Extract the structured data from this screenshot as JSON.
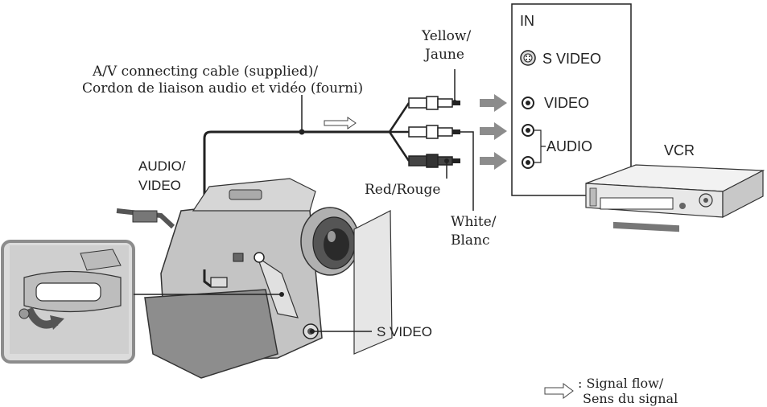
{
  "cable_label": {
    "line1": "A/V connecting cable (supplied)/",
    "line2": "Cordon de liaison audio et vidéo (fourni)"
  },
  "plugs": {
    "yellow": {
      "line1": "Yellow/",
      "line2": "Jaune"
    },
    "red": {
      "label": "Red/Rouge"
    },
    "white": {
      "line1": "White/",
      "line2": "Blanc"
    }
  },
  "camcorder": {
    "av_jack": {
      "line1": "AUDIO/",
      "line2": "VIDEO"
    },
    "svideo_jack": "S VIDEO"
  },
  "vcr_panel": {
    "in_label": "IN",
    "svideo": "S VIDEO",
    "video": "VIDEO",
    "audio": "AUDIO"
  },
  "vcr_label": "VCR",
  "legend": {
    "line1": ": Signal flow/",
    "line2": "Sens du signal"
  },
  "colors": {
    "line": "#222222",
    "arrow": "#8c8c8c",
    "device_light": "#e6e6e6",
    "device_mid": "#bdbdbd",
    "device_dark": "#6e6e6e"
  }
}
